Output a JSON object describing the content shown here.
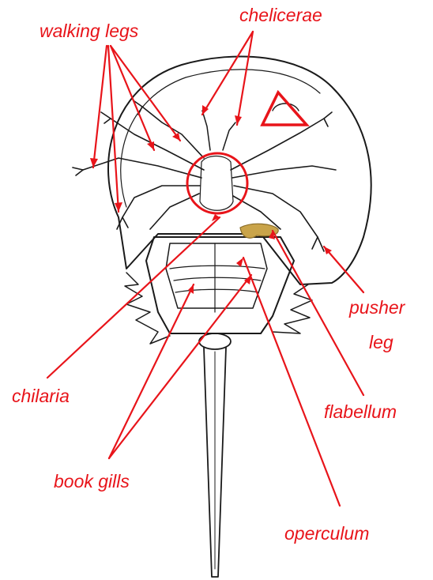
{
  "diagram": {
    "labels": {
      "walking_legs": "walking legs",
      "chelicerae": "chelicerae",
      "pusher_leg_line1": "pusher",
      "pusher_leg_line2": "leg",
      "chilaria": "chilaria",
      "flabellum": "flabellum",
      "book_gills": "book gills",
      "operculum": "operculum"
    },
    "colors": {
      "annotation": "#e8141a",
      "outline": "#1a1a1a",
      "flabellum_fill": "#c9a44a"
    }
  }
}
